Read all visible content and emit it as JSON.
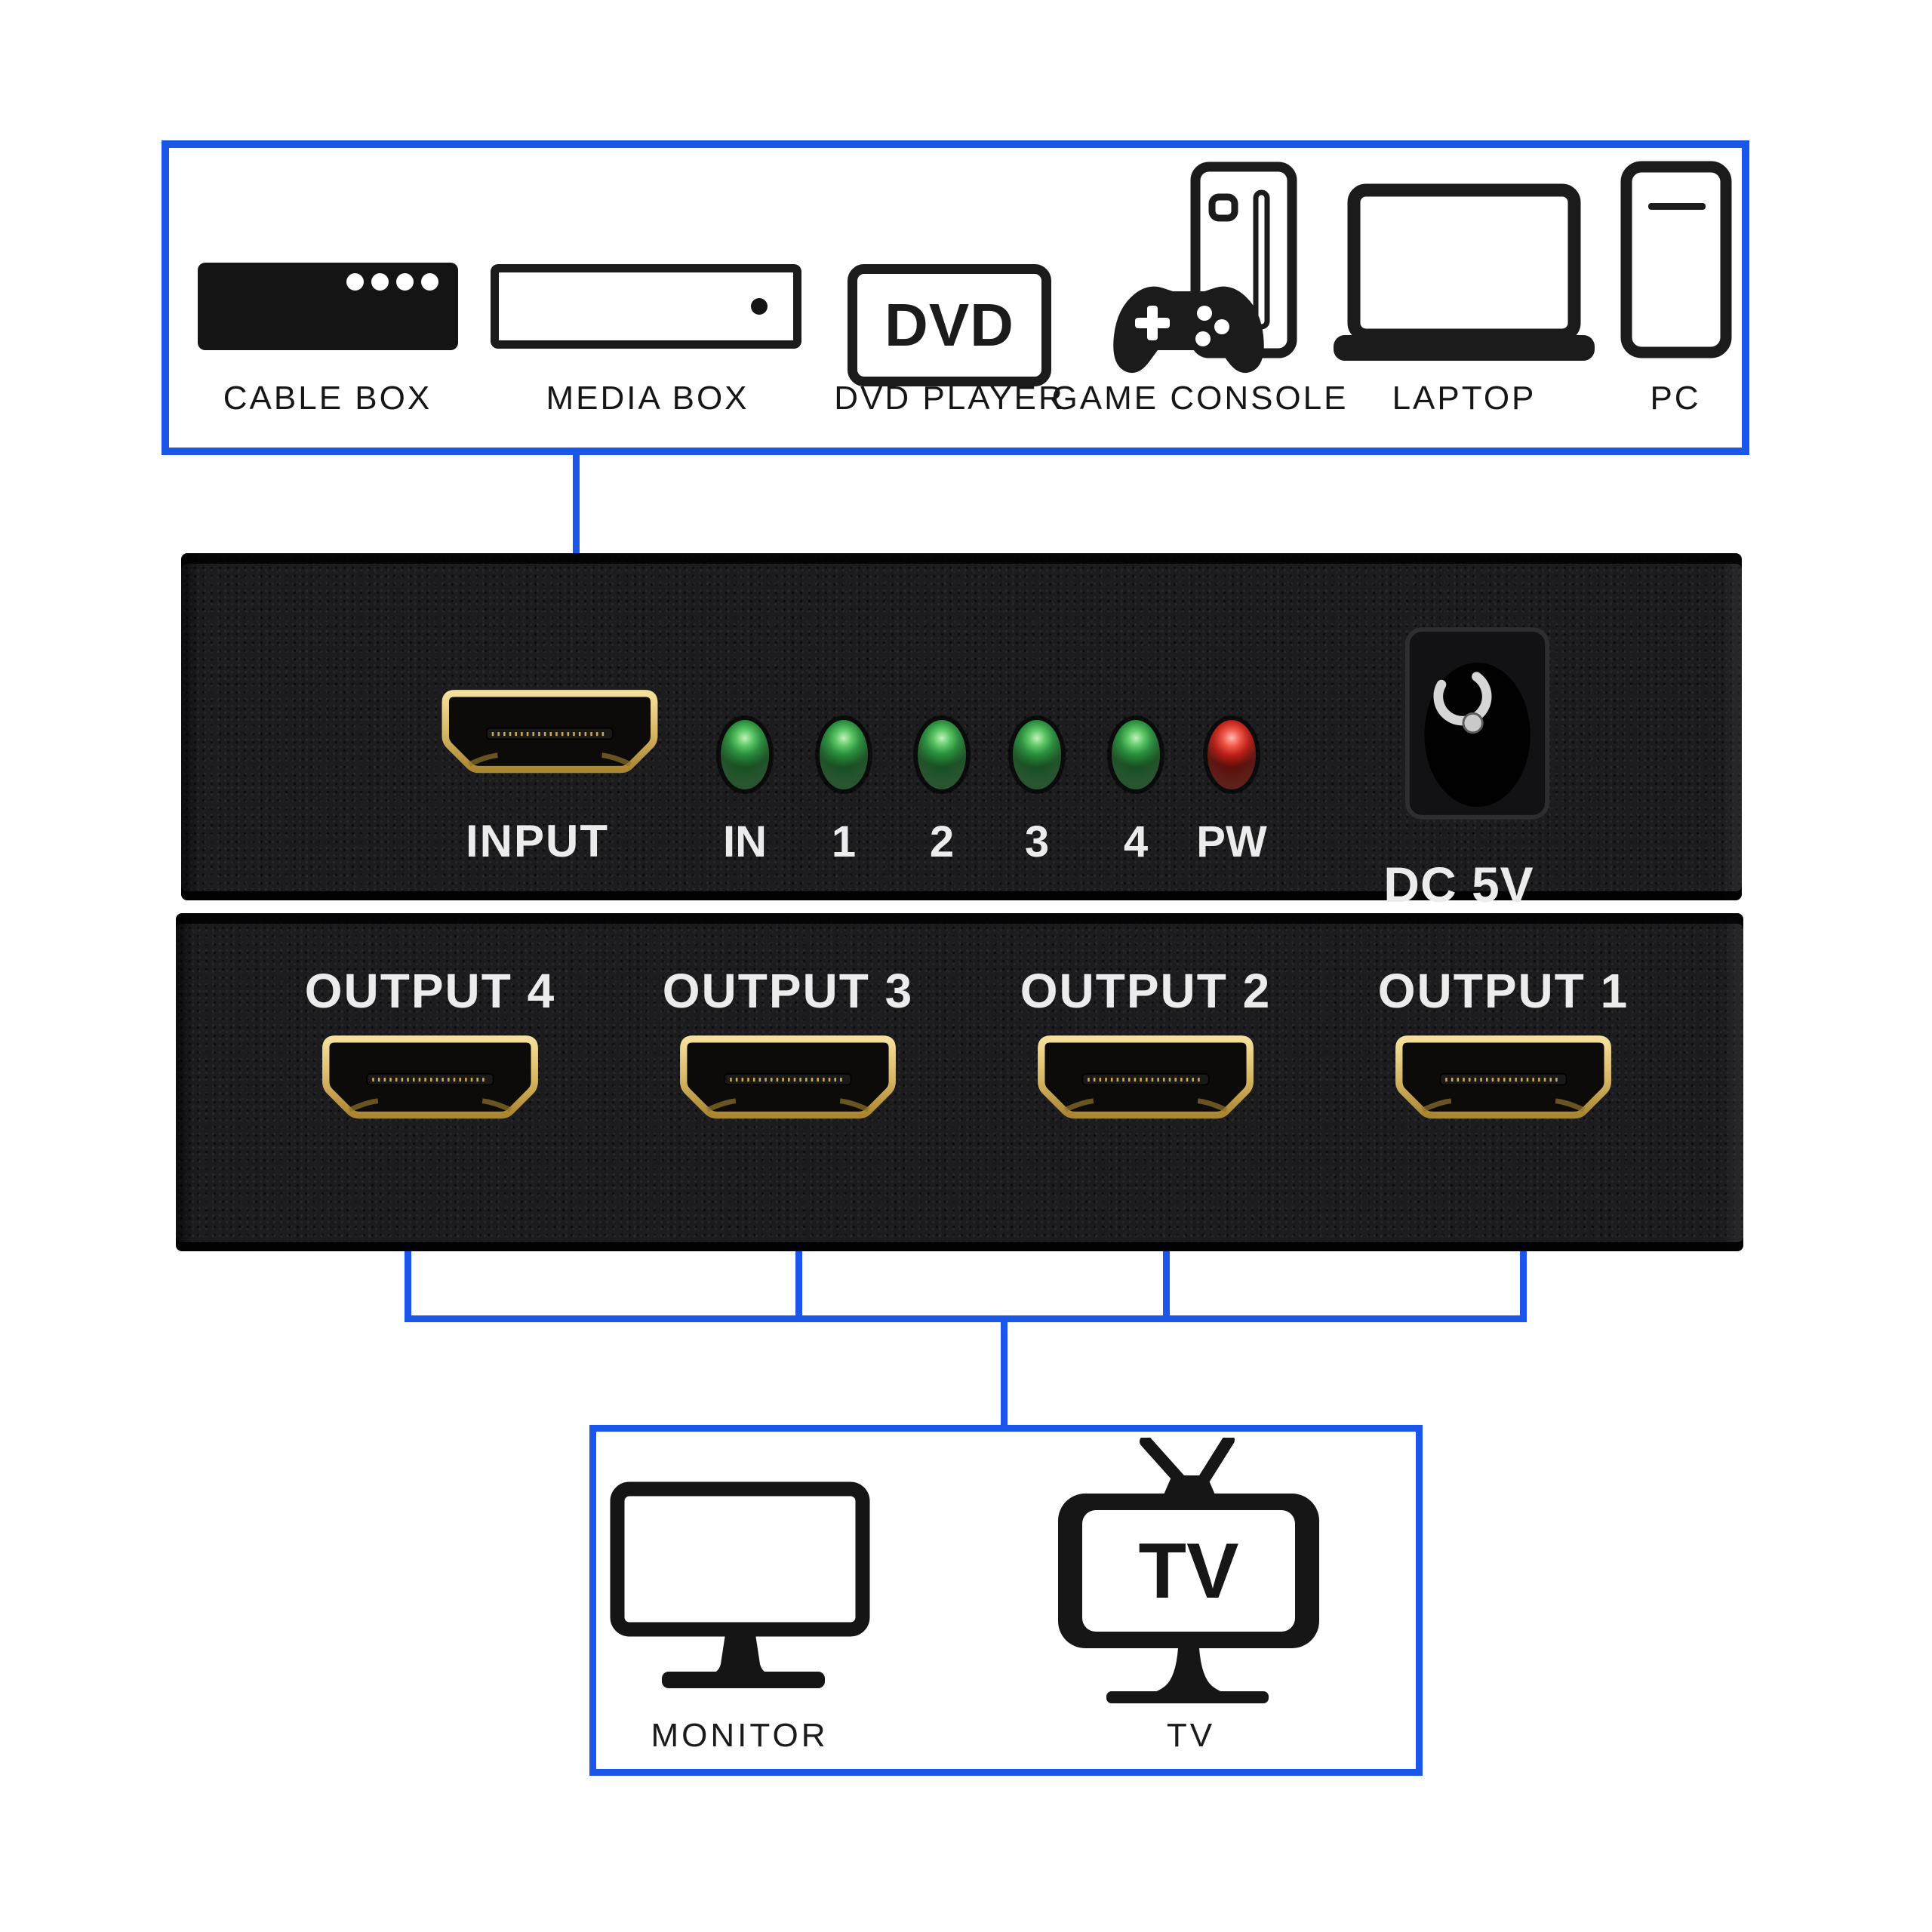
{
  "colors": {
    "accent_blue": "#1a56e8",
    "panel_black": "#1c1c1f",
    "hdmi_gold": "#d9b967",
    "led_green": "#2c9340",
    "led_red": "#c1221a",
    "device_text": "#ececec",
    "icon_black": "#1b1b1b"
  },
  "sources_box": {
    "items": [
      {
        "label": "CABLE BOX"
      },
      {
        "label": "MEDIA BOX"
      },
      {
        "label": "DVD PLAYER",
        "icon_text": "DVD"
      },
      {
        "label": "GAME CONSOLE"
      },
      {
        "label": "LAPTOP"
      },
      {
        "label": "PC"
      }
    ]
  },
  "splitter_front": {
    "input_label": "INPUT",
    "led_labels": [
      "IN",
      "1",
      "2",
      "3",
      "4",
      "PW"
    ],
    "power_label": "DC 5V"
  },
  "splitter_back": {
    "output_labels": [
      "OUTPUT 4",
      "OUTPUT 3",
      "OUTPUT 2",
      "OUTPUT 1"
    ]
  },
  "displays_box": {
    "monitor_label": "MONITOR",
    "tv_label": "TV",
    "tv_screen_text": "TV"
  }
}
